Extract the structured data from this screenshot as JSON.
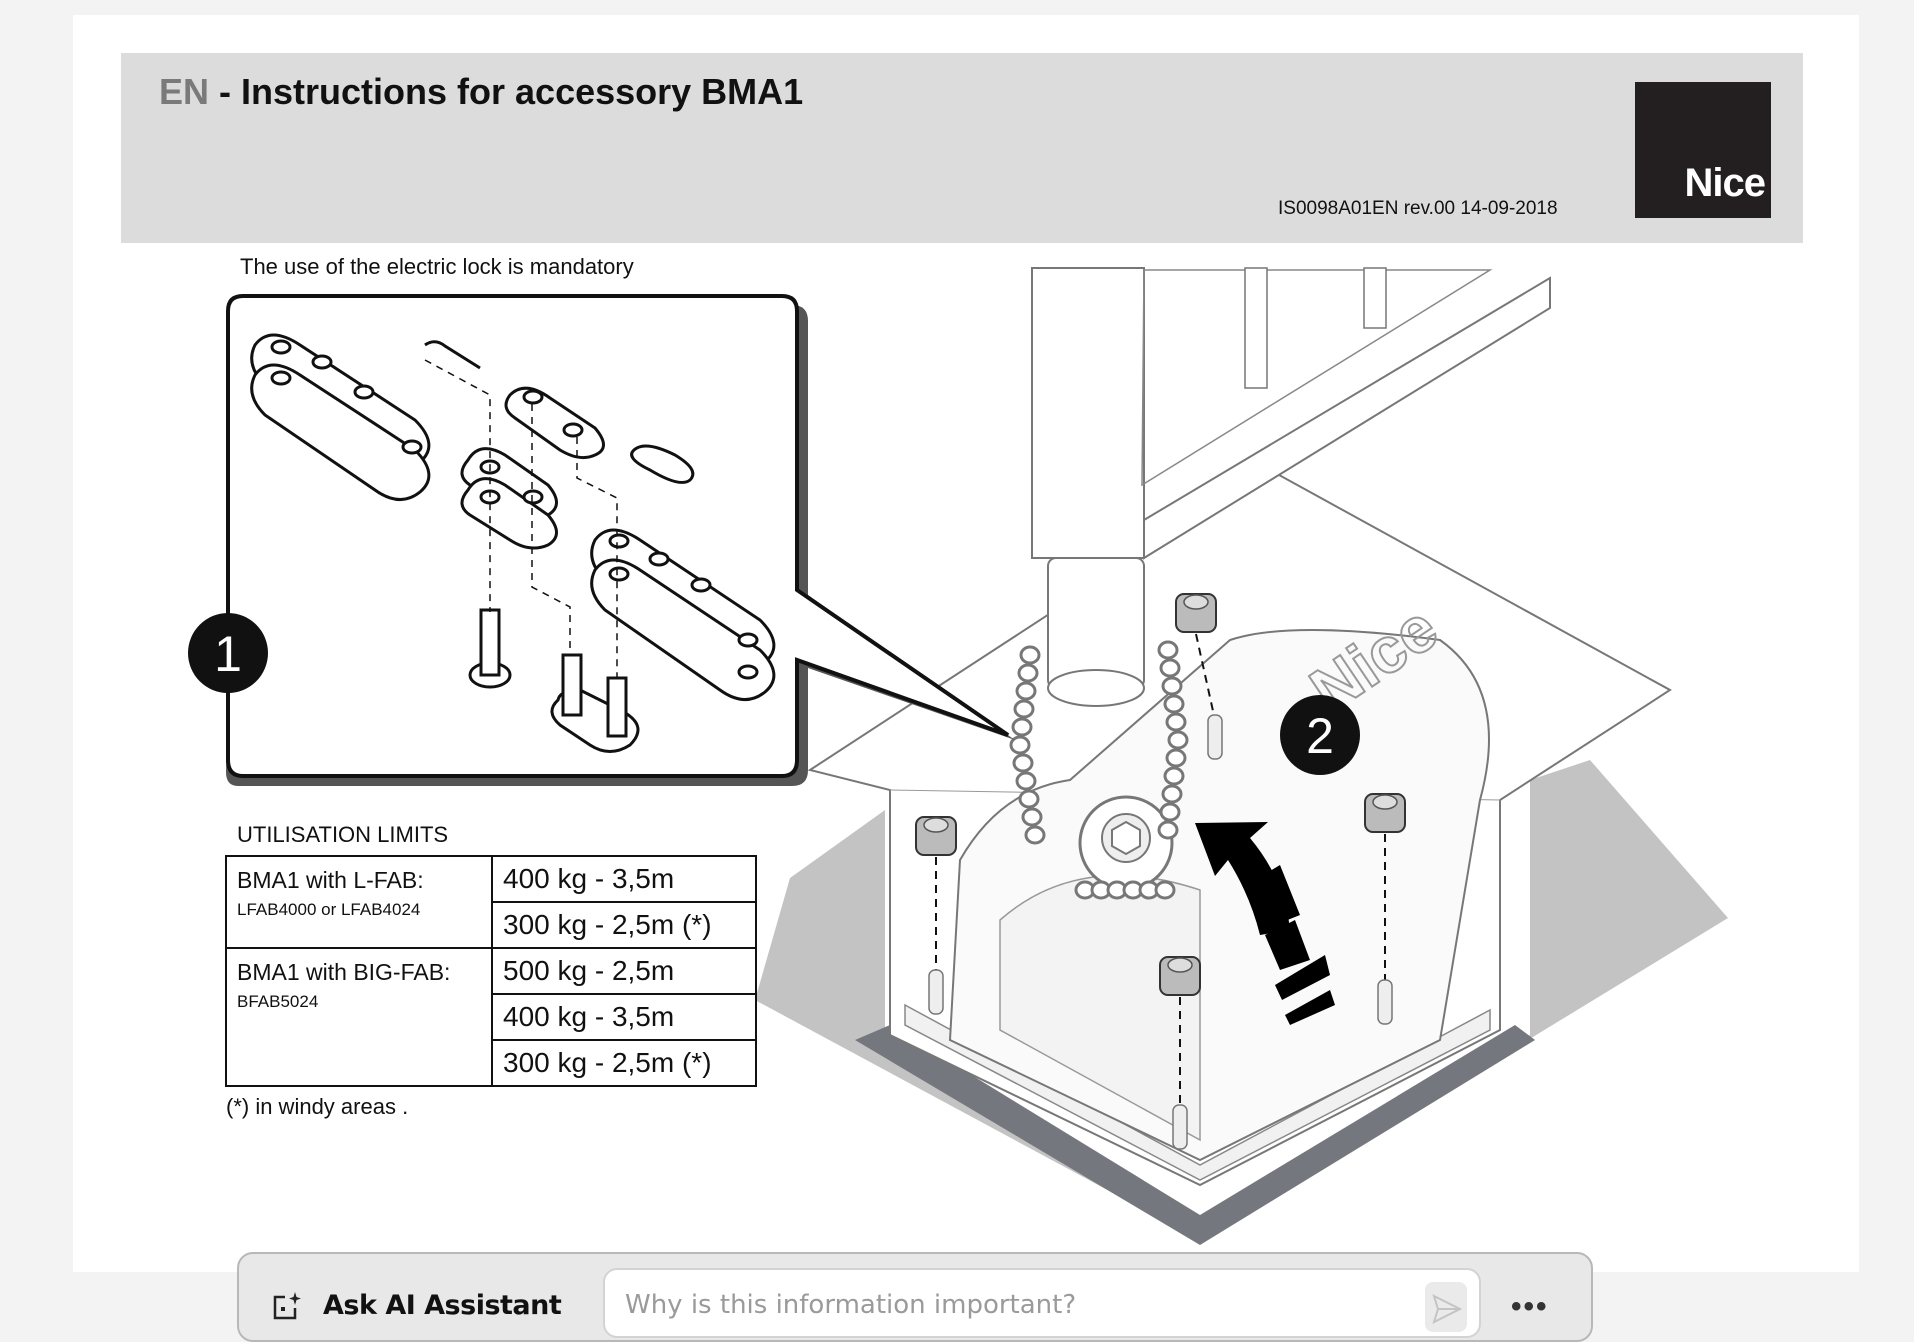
{
  "document": {
    "language_code": "EN",
    "title": "- Instructions for accessory BMA1",
    "reference": "IS0098A01EN rev.00 14-09-2018",
    "brand_logo": "Nice",
    "notice": "The use of the electric lock is mandatory",
    "step_labels": [
      "1",
      "2"
    ],
    "drawing_logo_text": "Nice"
  },
  "utilisation_limits": {
    "title": "UTILISATION LIMITS",
    "groups": [
      {
        "model": "BMA1 with L-FAB:",
        "codes": "LFAB4000 or LFAB4024",
        "limits": [
          "400 kg - 3,5m",
          "300 kg - 2,5m (*)"
        ]
      },
      {
        "model": "BMA1 with BIG-FAB:",
        "codes": "BFAB5024",
        "limits": [
          "500 kg - 2,5m",
          "400 kg - 3,5m",
          "300 kg - 2,5m (*)"
        ]
      }
    ],
    "footnote": "(*) in windy areas ."
  },
  "ai_assistant": {
    "icon": "ai-sparkle-icon",
    "label": "Ask AI Assistant",
    "input_value": "",
    "input_placeholder": "Why is this information important?",
    "send_icon": "send-icon",
    "more_icon": "more-options-icon",
    "more_label": "•••"
  },
  "colors": {
    "header_bg": "#dcdcdc",
    "logo_bg": "#231f20",
    "page_bg": "#f3f3f3",
    "ground_light": "#c3c3c3",
    "ground_dark": "#74777d"
  }
}
